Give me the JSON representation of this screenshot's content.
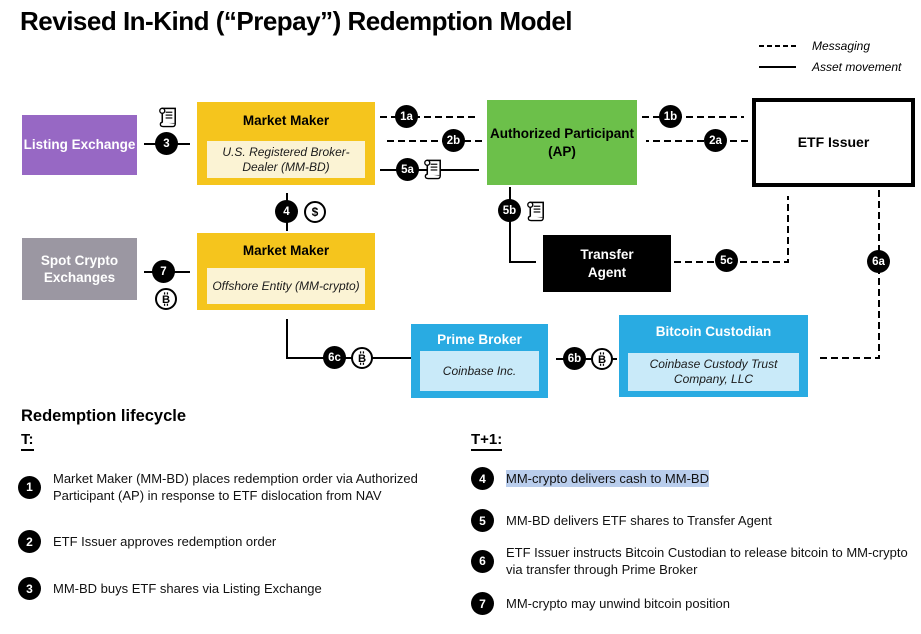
{
  "title": "Revised In-Kind (“Prepay”) Redemption Model",
  "legend": {
    "messaging": "Messaging",
    "asset_movement": "Asset movement"
  },
  "theme": {
    "purple": "#9768C4",
    "yellow": "#F5C51D",
    "cream": "#FBF3D4",
    "green": "#6CC04A",
    "blue": "#29ABE2",
    "lightblue": "#C9EAF9",
    "gray": "#9B97A2",
    "highlight": "#B9CDEC"
  },
  "boxes": {
    "listing_exchange": {
      "title": "Listing Exchange",
      "color": "#9768C4"
    },
    "market_maker_bd": {
      "title": "Market Maker",
      "subtitle": "U.S. Registered Broker-Dealer (MM-BD)",
      "color": "#F5C51D"
    },
    "authorized_participant": {
      "title": "Authorized Participant (AP)",
      "color": "#6CC04A"
    },
    "etf_issuer": {
      "title": "ETF Issuer",
      "color": "#FFFFFF"
    },
    "spot_crypto_exchanges": {
      "title": "Spot Crypto Exchanges",
      "color": "#9B97A2"
    },
    "market_maker_crypto": {
      "title": "Market Maker",
      "subtitle": "Offshore Entity (MM-crypto)",
      "color": "#F5C51D"
    },
    "transfer_agent": {
      "title": "Transfer Agent",
      "color": "#000000"
    },
    "prime_broker": {
      "title": "Prime Broker",
      "subtitle": "Coinbase Inc.",
      "color": "#29ABE2"
    },
    "bitcoin_custodian": {
      "title": "Bitcoin Custodian",
      "subtitle": "Coinbase Custody Trust Company, LLC",
      "color": "#29ABE2"
    }
  },
  "flow_labels": {
    "1a": "1a",
    "1b": "1b",
    "2a": "2a",
    "2b": "2b",
    "3": "3",
    "4": "4",
    "5a": "5a",
    "5b": "5b",
    "5c": "5c",
    "6a": "6a",
    "6b": "6b",
    "6c": "6c",
    "7": "7"
  },
  "flows": [
    {
      "label": "1a",
      "from": "Market Maker (MM-BD)",
      "to": "Authorized Participant (AP)",
      "type": "messaging"
    },
    {
      "label": "1b",
      "from": "Authorized Participant (AP)",
      "to": "ETF Issuer",
      "type": "messaging"
    },
    {
      "label": "2a",
      "from": "ETF Issuer",
      "to": "Authorized Participant (AP)",
      "type": "messaging"
    },
    {
      "label": "2b",
      "from": "Authorized Participant (AP)",
      "to": "Market Maker (MM-BD)",
      "type": "messaging"
    },
    {
      "label": "3",
      "from": "Market Maker (MM-BD)",
      "to": "Listing Exchange",
      "type": "asset",
      "bidirectional": true
    },
    {
      "label": "4",
      "from": "Market Maker (offshore)",
      "to": "Market Maker (MM-BD)",
      "type": "asset"
    },
    {
      "label": "5a",
      "from": "Market Maker (MM-BD)",
      "to": "Authorized Participant (AP)",
      "type": "asset"
    },
    {
      "label": "5b",
      "from": "Authorized Participant (AP)",
      "to": "Transfer Agent",
      "type": "asset"
    },
    {
      "label": "5c",
      "from": "Transfer Agent",
      "to": "ETF Issuer",
      "type": "messaging"
    },
    {
      "label": "6a",
      "from": "ETF Issuer",
      "to": "Bitcoin Custodian",
      "type": "messaging"
    },
    {
      "label": "6b",
      "from": "Bitcoin Custodian",
      "to": "Prime Broker",
      "type": "asset"
    },
    {
      "label": "6c",
      "from": "Prime Broker",
      "to": "Market Maker (offshore)",
      "type": "asset"
    },
    {
      "label": "7",
      "from": "Market Maker (offshore)",
      "to": "Spot Crypto Exchanges",
      "type": "asset",
      "bidirectional": true
    }
  ],
  "icons": {
    "dollar": "$",
    "bitcoin": "B"
  },
  "lifecycle": {
    "heading": "Redemption lifecycle",
    "t_label": "T:",
    "t1_label": "T+1:",
    "t_items": [
      {
        "num": "1",
        "text": "Market Maker (MM-BD) places redemption order via Authorized Participant (AP) in response to ETF dislocation from NAV"
      },
      {
        "num": "2",
        "text": "ETF Issuer approves redemption order"
      },
      {
        "num": "3",
        "text": "MM-BD buys ETF shares via Listing Exchange"
      }
    ],
    "t1_items": [
      {
        "num": "4",
        "text": "MM-crypto delivers cash to MM-BD",
        "highlighted": true
      },
      {
        "num": "5",
        "text": "MM-BD delivers ETF shares to Transfer Agent"
      },
      {
        "num": "6",
        "text": "ETF Issuer instructs Bitcoin Custodian to release bitcoin to MM-crypto via transfer through Prime Broker"
      },
      {
        "num": "7",
        "text": "MM-crypto may unwind bitcoin position"
      }
    ],
    "selection_color": "#B9CDEC"
  }
}
